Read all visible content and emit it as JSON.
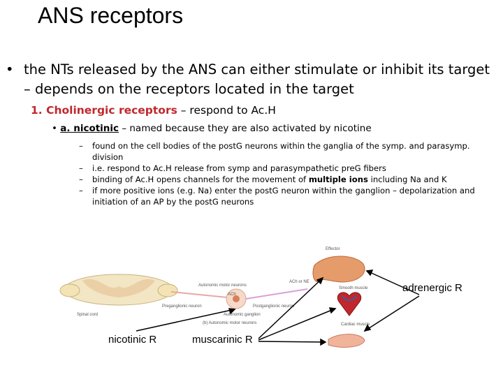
{
  "slide": {
    "title": "ANS receptors",
    "bullet1_marker": "•",
    "bullet1": "the NTs released by the ANS can either stimulate or inhibit its target – depends on the receptors located in the target",
    "heading_red": "1. Cholinergic receptors",
    "heading_rest": " – respond to Ac.H",
    "bullet2_marker": "•",
    "bullet2_link": "a. nicotinic",
    "bullet2_rest": " – named because they are also activated by nicotine",
    "subs": [
      {
        "dash": "–",
        "text": "found on the cell bodies of the postG neurons within the ganglia of the symp. and parasymp. division"
      },
      {
        "dash": "–",
        "text": "i.e. respond to Ac.H release from symp and parasympathetic preG fibers"
      },
      {
        "dash": "–",
        "text_a": "binding of Ac.H opens channels for the movement of ",
        "text_bold": "multiple ions",
        "text_b": " including Na and K"
      },
      {
        "dash": "–",
        "text": "if more positive ions (e.g. Na) enter the postG neuron within the ganglion – depolarization and initiation of an AP by the postG neurons"
      }
    ]
  },
  "figure": {
    "labels": {
      "adrenergic": "adrenergic R",
      "nicotinic": "nicotinic R",
      "muscarinic": "muscarinic R"
    },
    "small_text": {
      "effector": "Effector",
      "autonomic_motor": "Autonomic motor neurons",
      "preganglionic": "Preganglionic neuron",
      "postganglionic": "Postganglionic neuron",
      "autonomic_ganglion": "Autonomic ganglion",
      "ach_ne": "ACh or NE",
      "ach": "ACh",
      "smooth_muscle": "Smooth muscle",
      "cardiac_muscle": "Cardiac muscle",
      "spinal_cord": "Spinal cord",
      "caption": "(b) Autonomic motor neurons"
    }
  }
}
